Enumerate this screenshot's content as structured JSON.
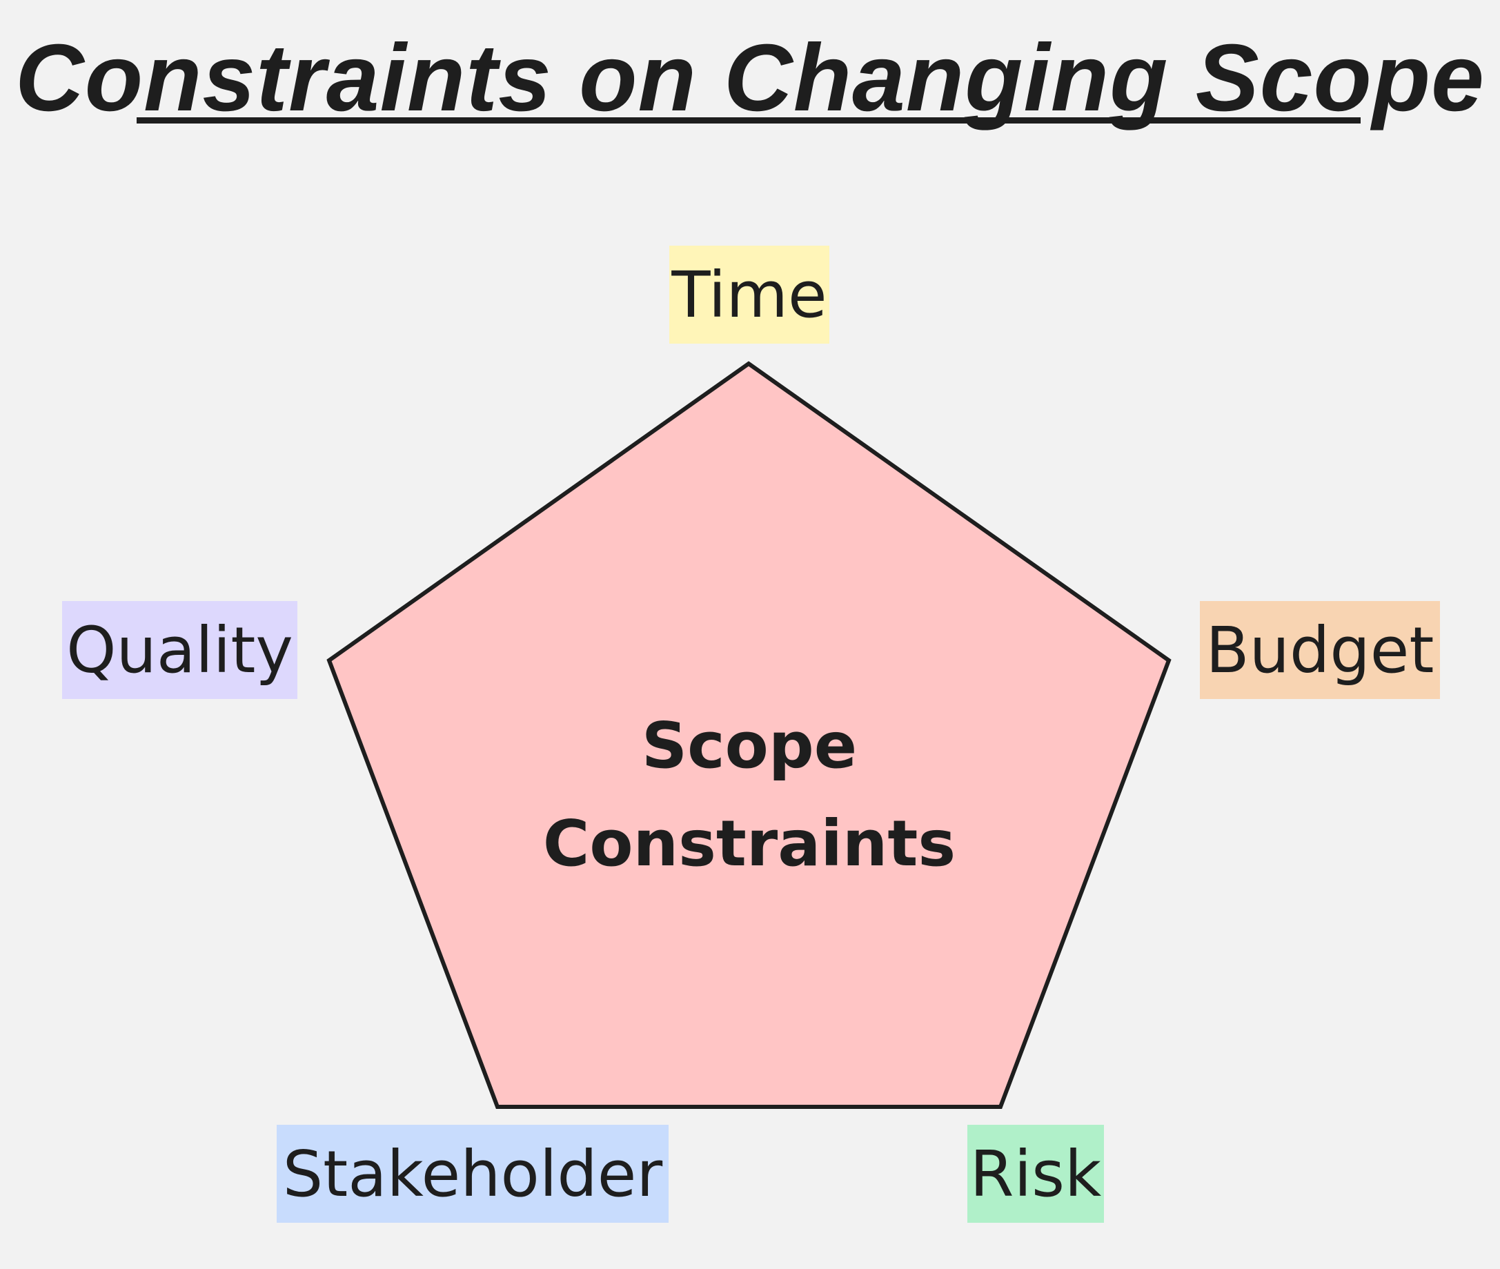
{
  "title": "Constraints on Changing Scope",
  "center": {
    "line1": "Scope",
    "line2": "Constraints",
    "fill": "#ffc5c5"
  },
  "constraints": [
    {
      "key": "time",
      "label": "Time",
      "color": "#fff5b8"
    },
    {
      "key": "quality",
      "label": "Quality",
      "color": "#ddd8fd"
    },
    {
      "key": "budget",
      "label": "Budget",
      "color": "#f8d4b2"
    },
    {
      "key": "stakeholder",
      "label": "Stakeholder",
      "color": "#c8dcfd"
    },
    {
      "key": "risk",
      "label": "Risk",
      "color": "#b0f0c9"
    }
  ]
}
